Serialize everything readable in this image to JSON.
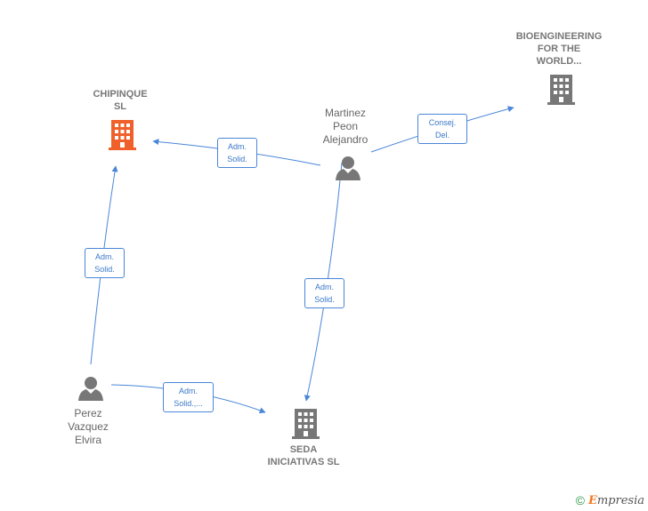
{
  "nodes": {
    "chipinque": {
      "label": "CHIPINQUE\nSL",
      "type": "company",
      "color": "#f0602a",
      "icon": "building-icon"
    },
    "bioengineering": {
      "label": "BIOENGINEERING\nFOR THE\nWORLD...",
      "type": "company",
      "color": "#777777",
      "icon": "building-icon"
    },
    "seda": {
      "label": "SEDA\nINICIATIVAS SL",
      "type": "company",
      "color": "#777777",
      "icon": "building-icon"
    },
    "martinez": {
      "label": "Martinez\nPeon\nAlejandro",
      "type": "person",
      "color": "#777777",
      "icon": "person-icon"
    },
    "perez": {
      "label": "Perez\nVazquez\nElvira",
      "type": "person",
      "color": "#777777",
      "icon": "person-icon"
    }
  },
  "edges": {
    "martinez_chipinque": {
      "from": "martinez",
      "to": "chipinque",
      "label": "Adm.\nSolid."
    },
    "martinez_bioengineering": {
      "from": "martinez",
      "to": "bioengineering",
      "label": "Consej.\nDel."
    },
    "martinez_seda": {
      "from": "martinez",
      "to": "seda",
      "label": "Adm.\nSolid."
    },
    "perez_chipinque": {
      "from": "perez",
      "to": "chipinque",
      "label": "Adm.\nSolid."
    },
    "perez_seda": {
      "from": "perez",
      "to": "seda",
      "label": "Adm.\nSolid.,..."
    }
  },
  "colors": {
    "edge": "#4a86d8",
    "accent": "#f0602a",
    "node": "#777777"
  },
  "footer": {
    "copyright": "©",
    "brand_first": "E",
    "brand_rest": "mpresia"
  }
}
